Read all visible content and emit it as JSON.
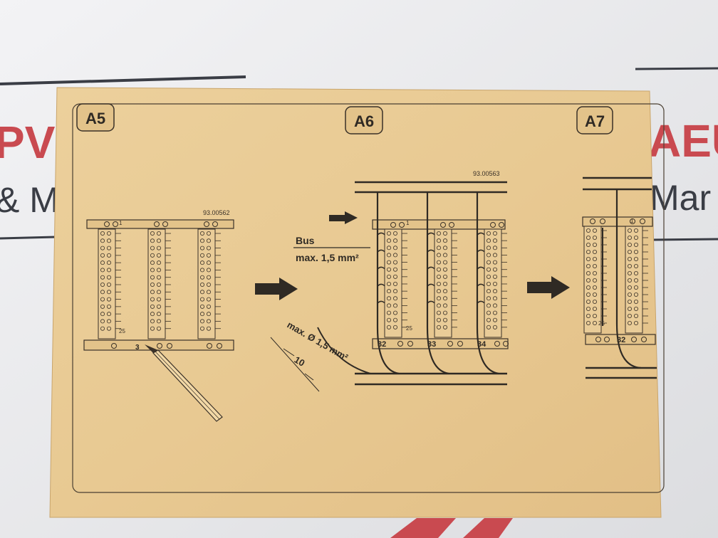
{
  "panels": [
    {
      "id": "A5",
      "label": "A5",
      "part_no": "93.00562"
    },
    {
      "id": "A6",
      "label": "A6",
      "part_no": "93.00563"
    },
    {
      "id": "A7",
      "label": "A7"
    }
  ],
  "a5": {
    "terminal_start": "1",
    "terminal_end": "25",
    "block_number": "3"
  },
  "a6": {
    "bus_label": "Bus",
    "bus_spec": "max. 1,5 mm²",
    "wire_spec": "max. Ø 1,5 mm²",
    "strip_length": "10",
    "terminal_start": "1",
    "terminal_end": "25",
    "block_numbers": [
      "32",
      "33",
      "34"
    ]
  },
  "a7": {
    "terminal_start": "1",
    "terminal_end": "25",
    "block_numbers": [
      "32"
    ]
  },
  "background_text": {
    "red_fragment_left": "PV",
    "red_fragment_right": "AEU",
    "black_fragment_left": "& M",
    "black_fragment_right": "Mar"
  },
  "colors": {
    "paper": "#e8c992",
    "ink": "#2f2a24",
    "background_card": "#eeeff1",
    "red_stripe": "#c94a50",
    "dark_stripe": "#3a3d45"
  }
}
